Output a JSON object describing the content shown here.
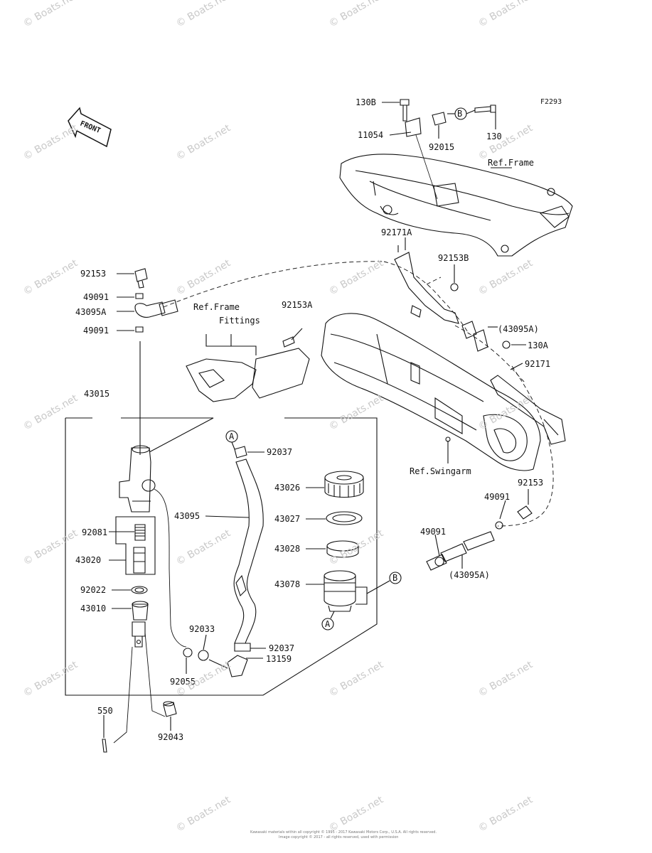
{
  "diagram": {
    "figure_code": "F2293",
    "front_label": "FRONT",
    "watermark": "© Boats.net",
    "footer": [
      "Kawasaki materials within all copyright © 1995 - 2017 Kawasaki Motors Corp., U.S.A. All rights reserved.",
      "Image copyright © 2017 - all rights reserved, used with permission"
    ],
    "callout_a": "A",
    "callout_b": "B",
    "labels": {
      "p130B": "130B",
      "p11054": "11054",
      "p92015": "92015",
      "p130": "130",
      "refFrame": "Ref.Frame",
      "p92171A": "92171A",
      "p92153B": "92153B",
      "p92153_top": "92153",
      "p49091_a": "49091",
      "p43095A": "43095A",
      "p49091_b": "49091",
      "refFrameFittings1": "Ref.Frame",
      "refFrameFittings2": "Fittings",
      "p92153A": "92153A",
      "p43095A_paren_top": "(43095A)",
      "p130A": "130A",
      "p92171": "92171",
      "p43015": "43015",
      "p92037_top": "92037",
      "refSwingarm": "Ref.Swingarm",
      "p43026": "43026",
      "p43095": "43095",
      "p43027": "43027",
      "p92081": "92081",
      "p43028": "43028",
      "p43020": "43020",
      "p43078": "43078",
      "p92022": "92022",
      "p43010": "43010",
      "p92033": "92033",
      "p92037_bot": "92037",
      "p13159": "13159",
      "p92055": "92055",
      "p550": "550",
      "p92043": "92043",
      "p92153_right": "92153",
      "p49091_right1": "49091",
      "p49091_right2": "49091",
      "p43095A_paren_bot": "(43095A)"
    }
  }
}
